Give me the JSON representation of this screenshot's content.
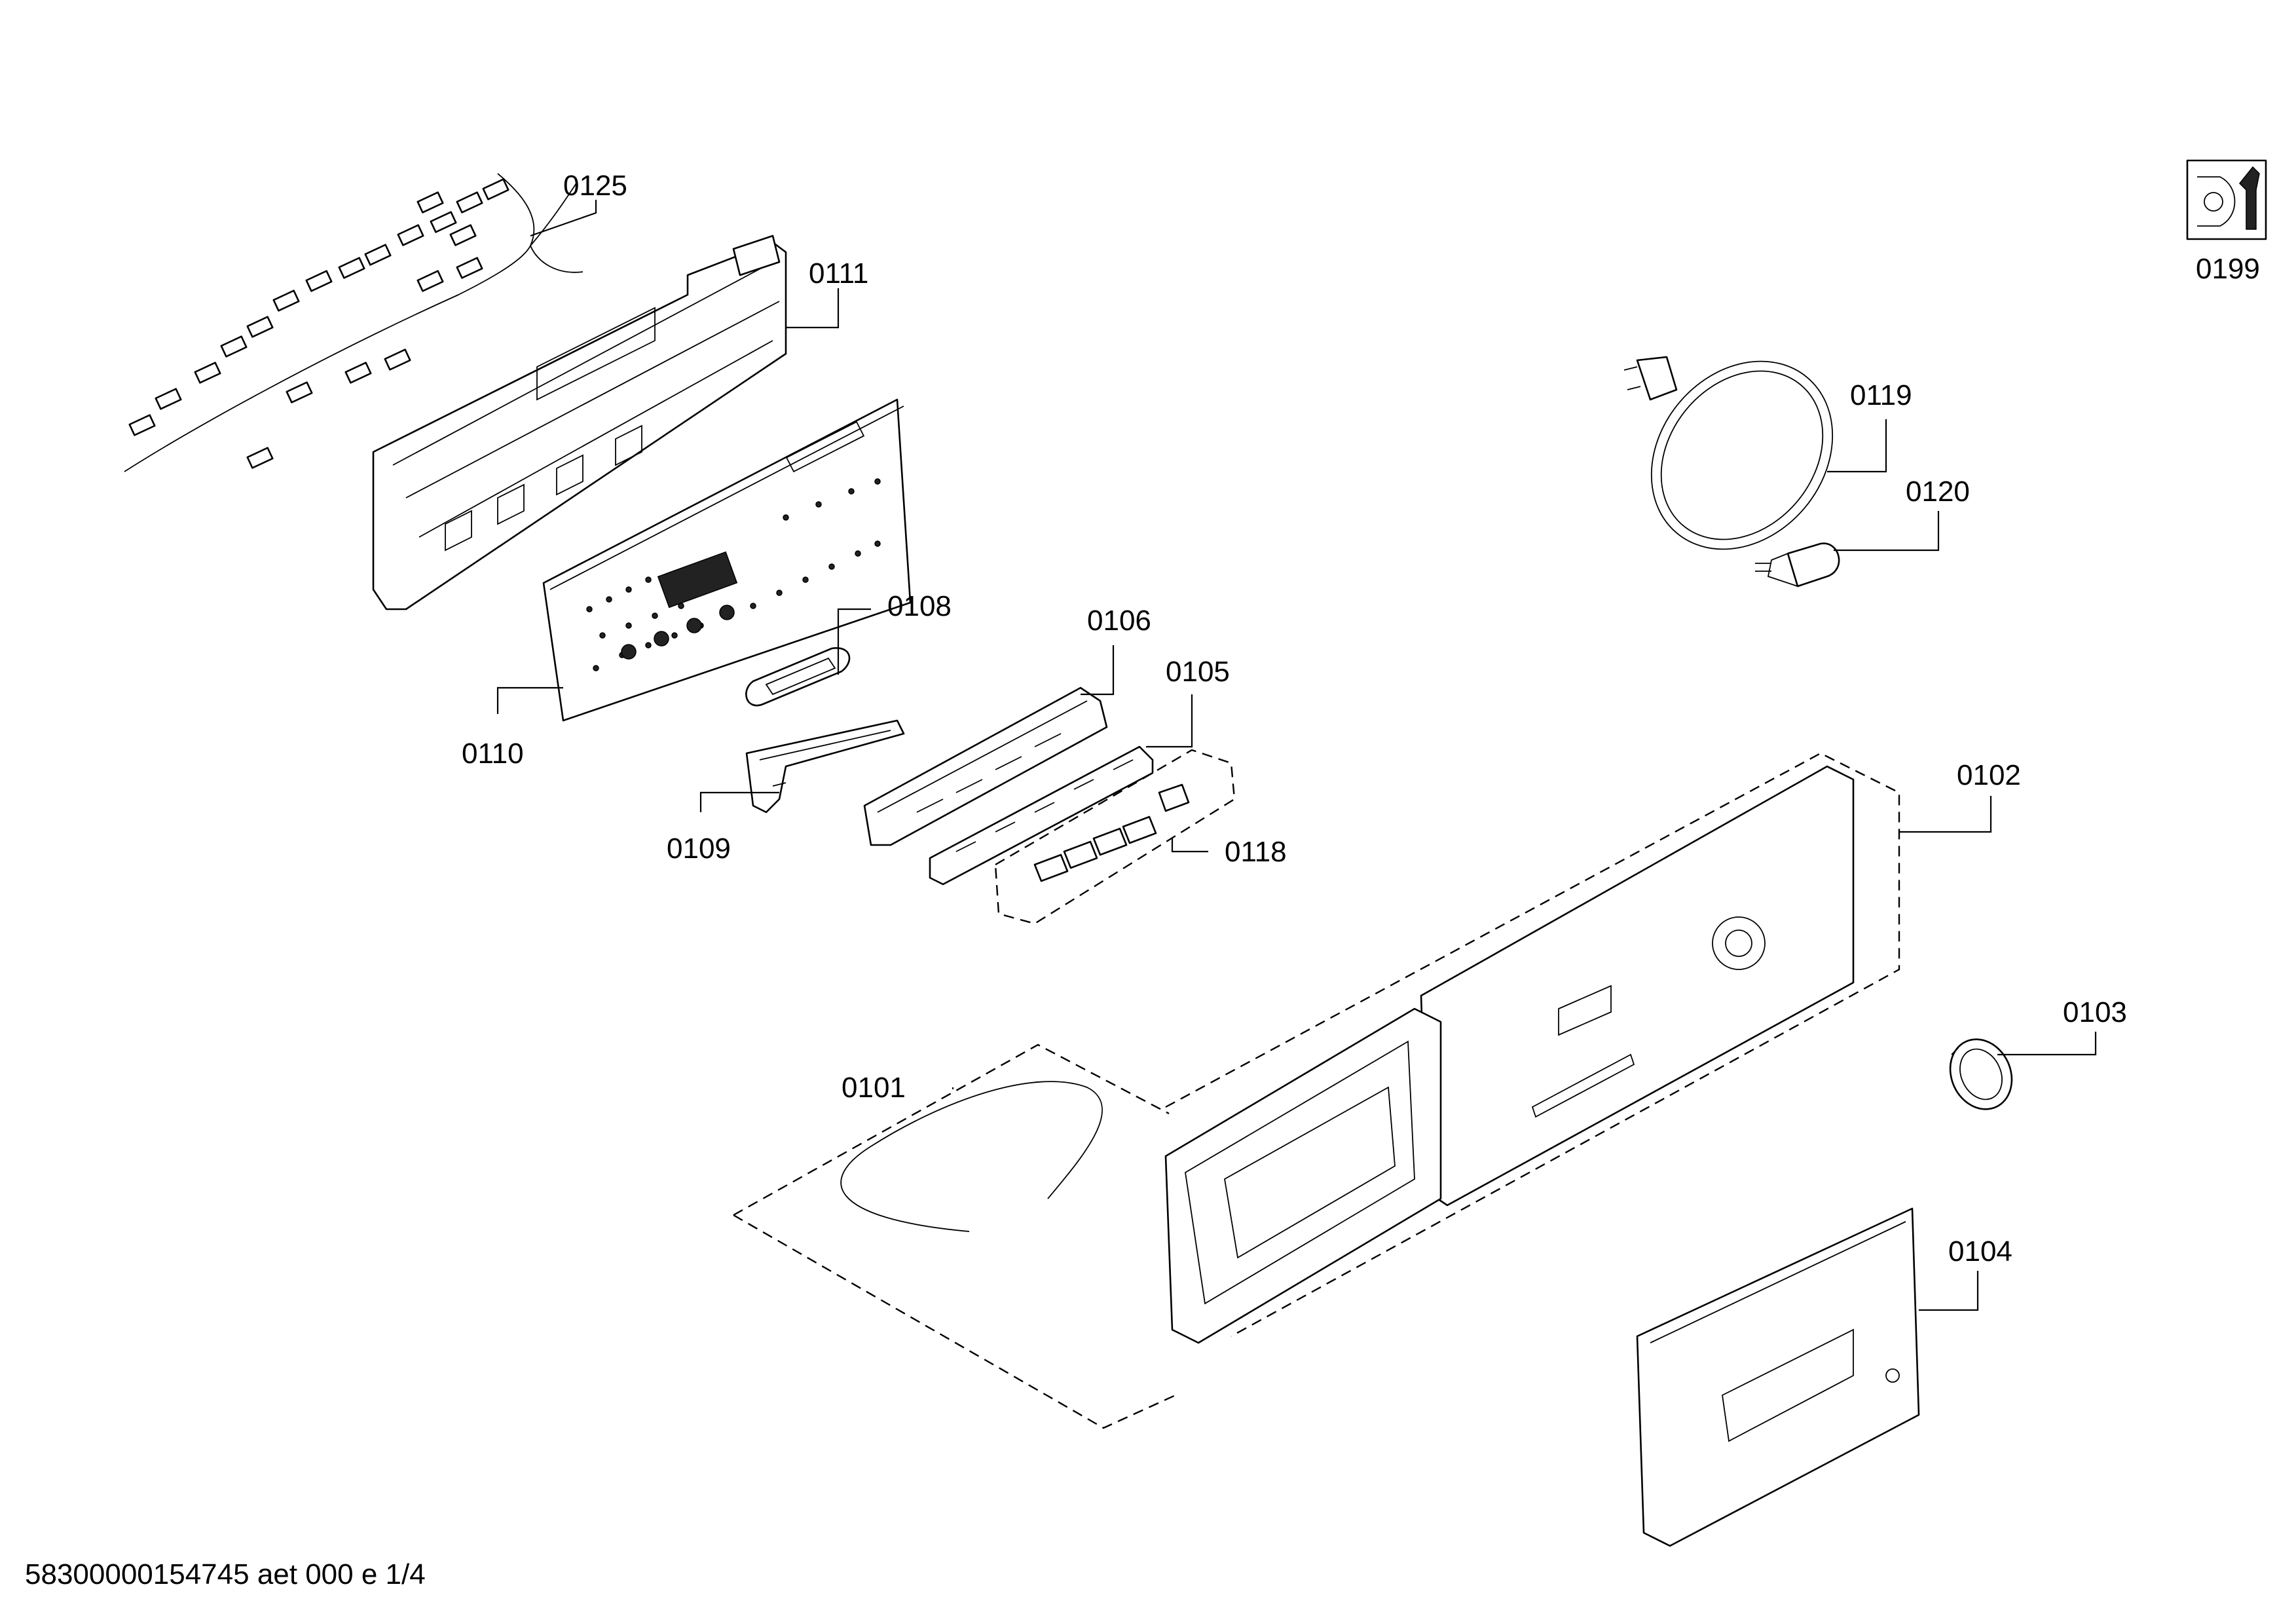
{
  "diagram": {
    "footer": "58300000154745 aet 000 e 1/4",
    "parts": [
      {
        "id": "0125",
        "label": "0125"
      },
      {
        "id": "0111",
        "label": "0111"
      },
      {
        "id": "0110",
        "label": "0110"
      },
      {
        "id": "0108",
        "label": "0108"
      },
      {
        "id": "0109",
        "label": "0109"
      },
      {
        "id": "0106",
        "label": "0106"
      },
      {
        "id": "0105",
        "label": "0105"
      },
      {
        "id": "0118",
        "label": "0118"
      },
      {
        "id": "0102",
        "label": "0102"
      },
      {
        "id": "0101",
        "label": "0101"
      },
      {
        "id": "0103",
        "label": "0103"
      },
      {
        "id": "0104",
        "label": "0104"
      },
      {
        "id": "0119",
        "label": "0119"
      },
      {
        "id": "0120",
        "label": "0120"
      },
      {
        "id": "0199",
        "label": "0199"
      }
    ],
    "tool_icon": "wrench-nut-icon"
  }
}
